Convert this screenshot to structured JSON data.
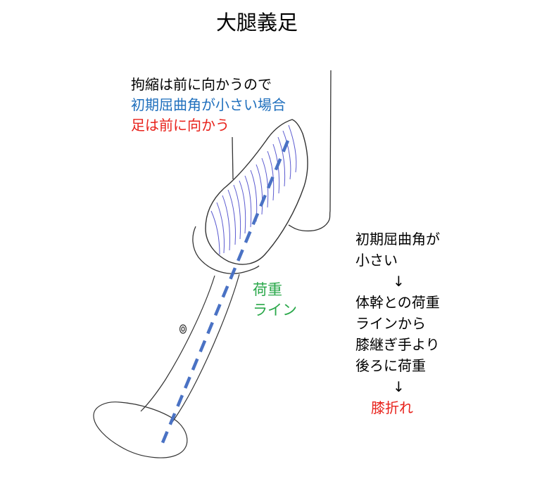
{
  "title": "大腿義足",
  "note_top": {
    "line1": "拘縮は前に向かうので",
    "line2": "初期屈曲角が小さい場合",
    "line3": "足は前に向かう"
  },
  "load_line_label": {
    "line1": "荷重",
    "line2": "ライン"
  },
  "explanation": {
    "line1": "初期屈曲角が",
    "line2": "小さい",
    "arrow1": "↓",
    "line3": "体幹との荷重",
    "line4": "ラインから",
    "line5": "膝継ぎ手より",
    "line6": "後ろに荷重",
    "arrow2": "↓",
    "result": "膝折れ"
  },
  "colors": {
    "text": "#000000",
    "blue_text": "#1f6fbd",
    "red_text": "#e8221b",
    "green_text": "#2aa84a",
    "hatch": "#5a5ad0",
    "dashed_line": "#4a72c4",
    "sketch": "#333333"
  }
}
